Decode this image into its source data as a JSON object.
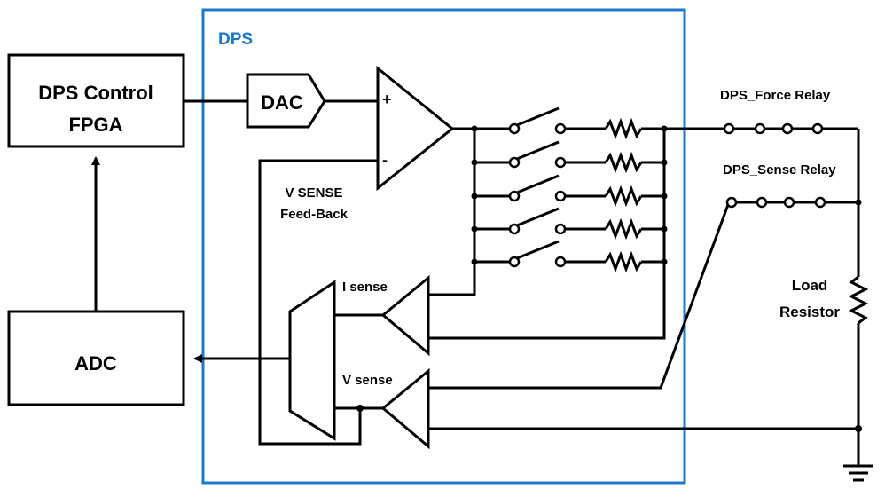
{
  "colors": {
    "dps_border": "#1e78c8",
    "dps_label": "#1e78c8",
    "line": "#000000"
  },
  "blocks": {
    "dps_control": {
      "line1": "DPS Control",
      "line2": "FPGA"
    },
    "adc": {
      "label": "ADC"
    },
    "dps": {
      "label": "DPS"
    },
    "dac": {
      "label": "DAC"
    }
  },
  "opamp": {
    "plus": "+",
    "minus": "-"
  },
  "labels": {
    "vsense_feedback_1": "V SENSE",
    "vsense_feedback_2": "Feed-Back",
    "i_sense": "I sense",
    "v_sense": "V sense",
    "force_relay": "DPS_Force Relay",
    "sense_relay": "DPS_Sense Relay",
    "load_1": "Load",
    "load_2": "Resistor"
  },
  "icons": [
    "ground-icon",
    "resistor-icon",
    "switch-icon",
    "amplifier-icon",
    "mux-icon"
  ]
}
